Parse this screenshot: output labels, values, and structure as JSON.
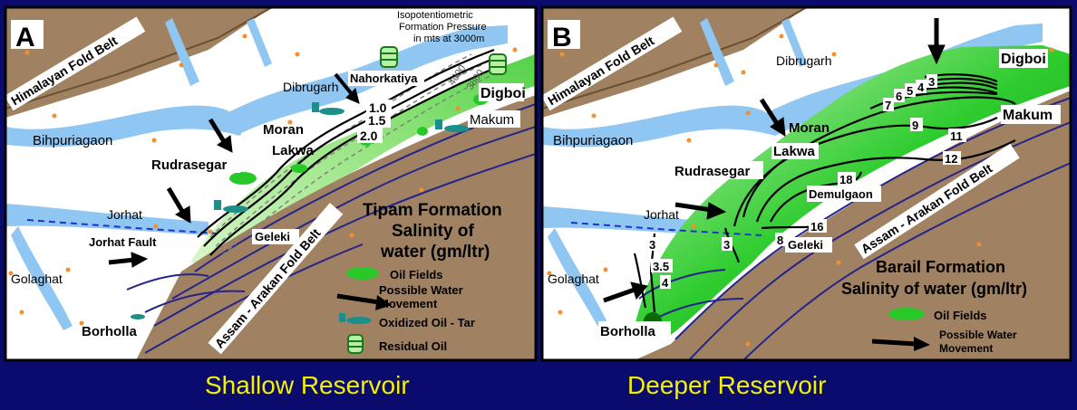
{
  "panel_a": {
    "letter": "A",
    "belt_north": "Himalayan Fold Belt",
    "belt_south": "Assam - Arakan Fold Belt",
    "places": {
      "dibrugarh": "Dibrugarh",
      "nahorkatiya": "Nahorkatiya",
      "digboi": "Digboi",
      "makum": "Makum",
      "moran": "Moran",
      "lakwa": "Lakwa",
      "bihpuriagaon": "Bihpuriagaon",
      "rudrasegar": "Rudrasegar",
      "jorhat": "Jorhat",
      "jorhat_fault": "Jorhat Fault",
      "geleki": "Geleki",
      "golaghat": "Golaghat",
      "borholla": "Borholla"
    },
    "iso_note": [
      "Isopotentiometric",
      "Formation Pressure",
      "in mts  at 3000m"
    ],
    "iso_values": [
      "4000",
      "3800"
    ],
    "salinity_values": [
      "1.0",
      "1.5",
      "2.0"
    ],
    "title": [
      "Tipam Formation",
      "Salinity of",
      "water (gm/ltr)"
    ],
    "legend": {
      "oil_fields": "Oil Fields",
      "water_line1": "Possible Water",
      "water_line2": "Movement",
      "oxidized": "Oxidized Oil - Tar",
      "residual": "Residual Oil"
    }
  },
  "panel_b": {
    "letter": "B",
    "belt_north": "Himalayan Fold Belt",
    "belt_south": "Assam - Arakan Fold Belt",
    "places": {
      "dibrugarh": "Dibrugarh",
      "digboi": "Digboi",
      "makum": "Makum",
      "moran": "Moran",
      "lakwa": "Lakwa",
      "bihpuriagaon": "Bihpuriagaon",
      "rudrasegar": "Rudrasegar",
      "demulgaon": "Demulgaon",
      "jorhat": "Jorhat",
      "geleki": "Geleki",
      "golaghat": "Golaghat",
      "borholla": "Borholla"
    },
    "salinity_values": [
      "3",
      "4",
      "5",
      "6",
      "7",
      "9",
      "11",
      "12",
      "18",
      "16",
      "8",
      "3",
      "3",
      "3.5",
      "4"
    ],
    "title": [
      "Barail Formation",
      "Salinity of water (gm/ltr)"
    ],
    "legend": {
      "oil_fields": "Oil Fields",
      "water_line1": "Possible Water",
      "water_line2": "Movement"
    }
  },
  "captions": {
    "left": "Shallow Reservoir",
    "right": "Deeper Reservoir"
  },
  "colors": {
    "background": "#0b0b6e",
    "river": "#8fc6f2",
    "fold_belt": "#a08262",
    "green_light": "#b8f0a8",
    "green_dark": "#28c828",
    "caption": "#f2f200"
  }
}
